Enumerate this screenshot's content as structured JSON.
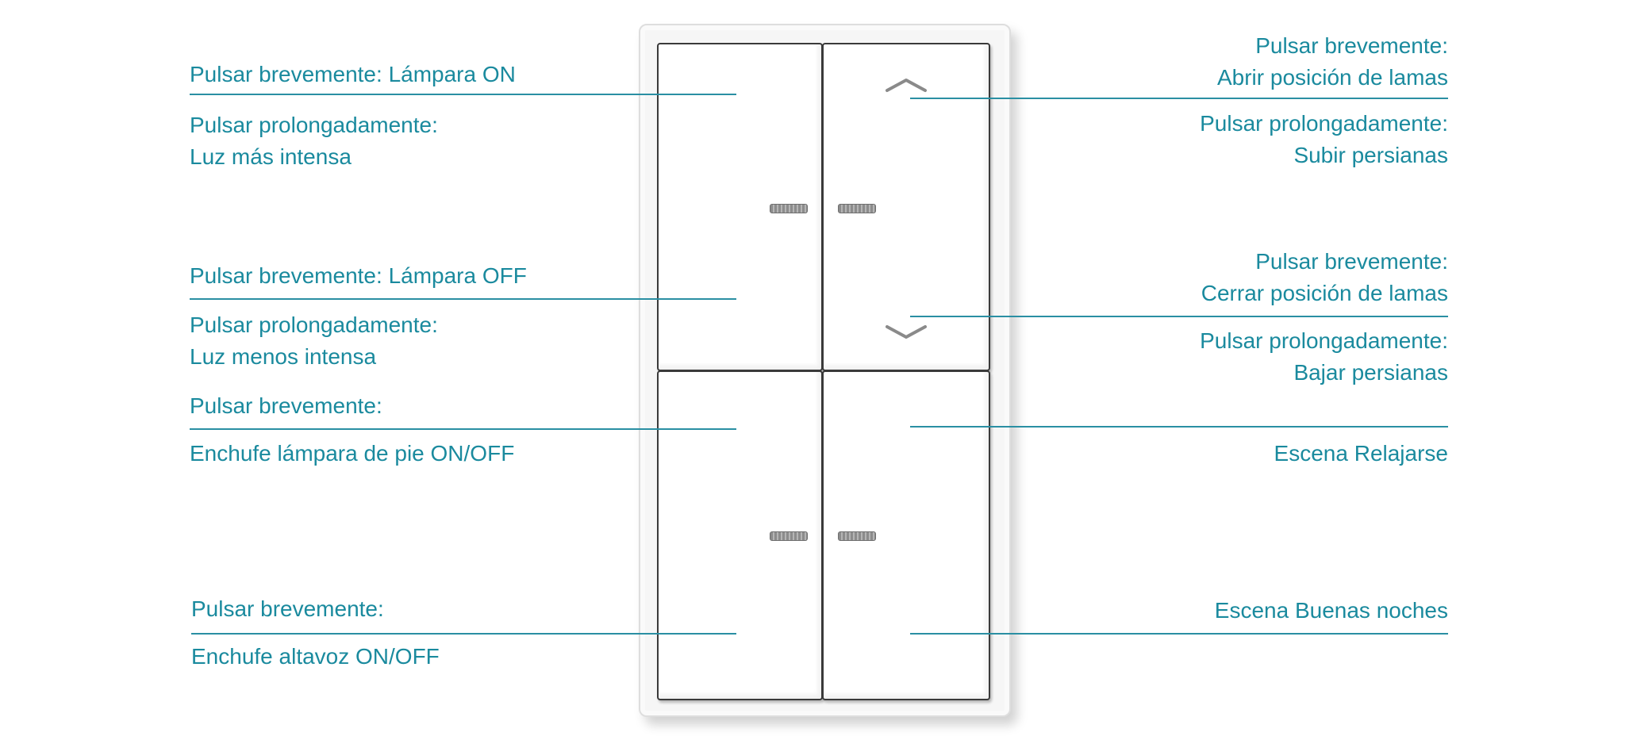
{
  "colors": {
    "accent": "#1a8a9e",
    "line": "#2a8fa3"
  },
  "icons": {
    "up": "chevron-up-icon",
    "down": "chevron-down-icon",
    "led": "led-indicator-icon"
  },
  "labels_left": [
    {
      "id": "l1",
      "lines": [
        "Pulsar brevemente: Lámpara ON"
      ]
    },
    {
      "id": "l2",
      "lines": [
        "Pulsar prolongadamente:",
        "Luz más intensa"
      ]
    },
    {
      "id": "l3",
      "lines": [
        "Pulsar brevemente: Lámpara OFF"
      ]
    },
    {
      "id": "l4",
      "lines": [
        "Pulsar prolongadamente:",
        "Luz menos intensa"
      ]
    },
    {
      "id": "l5",
      "lines": [
        "Pulsar brevemente:"
      ]
    },
    {
      "id": "l6",
      "lines": [
        "Enchufe lámpara de pie ON/OFF"
      ]
    },
    {
      "id": "l7",
      "lines": [
        "Pulsar brevemente:"
      ]
    },
    {
      "id": "l8",
      "lines": [
        "Enchufe altavoz ON/OFF"
      ]
    }
  ],
  "labels_right": [
    {
      "id": "r1",
      "lines": [
        "Pulsar brevemente:",
        "Abrir posición de lamas"
      ]
    },
    {
      "id": "r2",
      "lines": [
        "Pulsar prolongadamente:",
        "Subir persianas"
      ]
    },
    {
      "id": "r3",
      "lines": [
        "Pulsar brevemente:",
        "Cerrar posición de lamas"
      ]
    },
    {
      "id": "r4",
      "lines": [
        "Pulsar prolongadamente:",
        "Bajar persianas"
      ]
    },
    {
      "id": "r5",
      "lines": [
        "Escena Relajarse"
      ]
    },
    {
      "id": "r6",
      "lines": [
        "Escena Buenas noches"
      ]
    }
  ]
}
